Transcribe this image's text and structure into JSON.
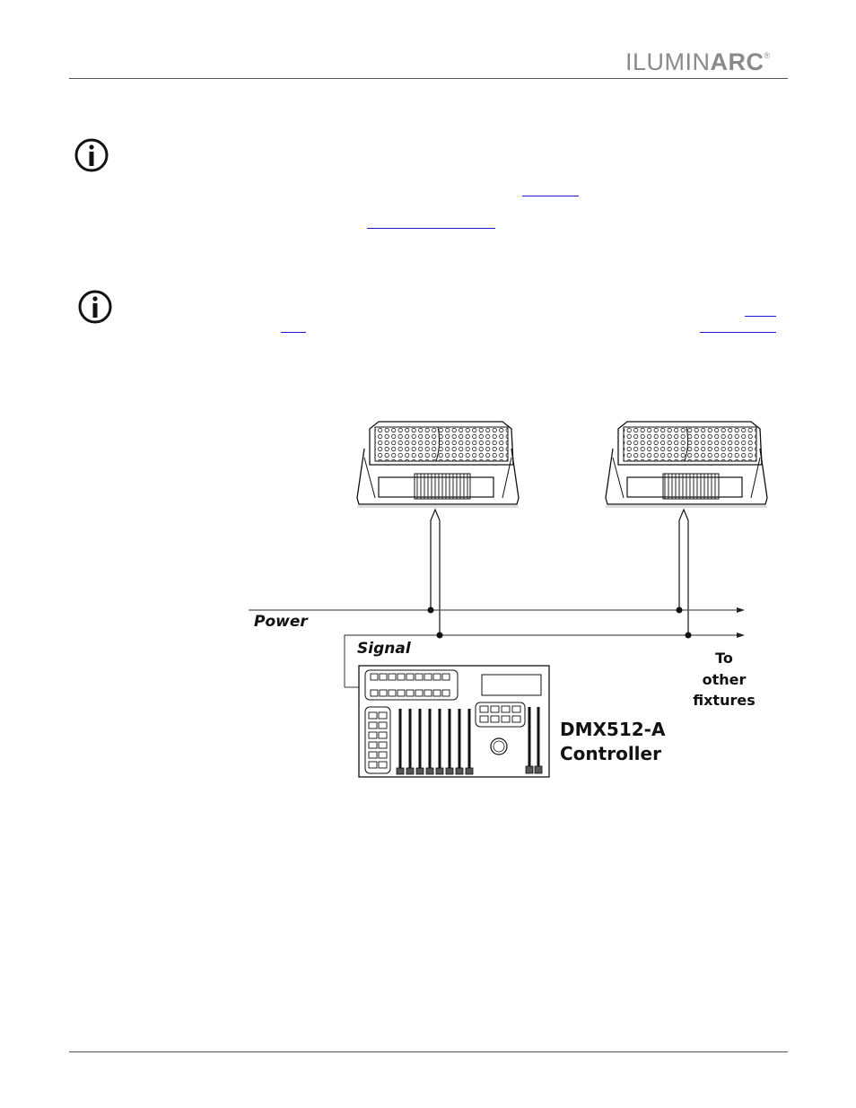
{
  "header": {
    "logo_light": "ILUMIN",
    "logo_bold": "ARC",
    "logo_reg": "®"
  },
  "diagram": {
    "power_label": "Power",
    "signal_label": "Signal",
    "to_other_line1": "To",
    "to_other_line2": "other",
    "to_other_line3": "fixtures",
    "controller_line1": "DMX512-A",
    "controller_line2": "Controller"
  }
}
